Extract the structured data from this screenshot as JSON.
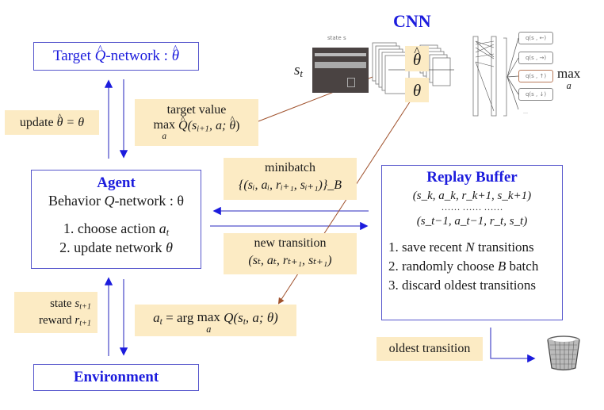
{
  "target_network": {
    "label": "Target ",
    "q_symbol": "Q",
    "suffix": "-network : ",
    "param": "θ"
  },
  "update_note": {
    "prefix": "update ",
    "theta_hat": "θ",
    "equals": " = θ"
  },
  "target_value_note": {
    "title": "target value",
    "op": "max",
    "op_sub": "a",
    "q": "Q",
    "args_open": "(s",
    "sub1": "i+1",
    "args_rest": ", a;  ",
    "theta_hat": "θ",
    "close": ")"
  },
  "agent": {
    "title": "Agent",
    "subtitle_prefix": "Behavior ",
    "subtitle_q": "Q",
    "subtitle_suffix": "-network : θ",
    "steps": [
      {
        "text": "1. choose action ",
        "var": "a",
        "sub": "t"
      },
      {
        "text": "2. update network ",
        "var": "θ",
        "sub": ""
      }
    ]
  },
  "minibatch_note": {
    "title": "minibatch",
    "formula": "{(sᵢ, aᵢ, rᵢ₊₁, sᵢ₊₁)}_B"
  },
  "new_transition_note": {
    "title": "new transition",
    "formula": "(sₜ, aₜ, rₜ₊₁, sₜ₊₁)"
  },
  "replay_buffer": {
    "title": "Replay Buffer",
    "entry_first": "(s_k, a_k, r_k+1, s_k+1)",
    "ellipsis": "……  ……  ……",
    "entry_last": "(s_t−1, a_t−1, r_t, s_t)",
    "steps": [
      {
        "prefix": "1. save recent ",
        "var": "N",
        "suffix": " transitions"
      },
      {
        "prefix": "2. randomly choose ",
        "var": "B",
        "suffix": " batch"
      },
      {
        "prefix": "3. discard oldest transitions",
        "var": "",
        "suffix": ""
      }
    ]
  },
  "state_reward_note": {
    "state_label": "state ",
    "state_var": "s",
    "state_sub": "t+1",
    "reward_label": "reward ",
    "reward_var": "r",
    "reward_sub": "t+1"
  },
  "action_note": {
    "lhs": "a",
    "lhs_sub": "t",
    "eq": " = arg ",
    "op": "max",
    "op_sub": "a",
    "rhs": " Q(s",
    "rhs_sub": "t",
    "rhs_rest": ", a; θ)"
  },
  "environment": {
    "label": "Environment"
  },
  "oldest_note": {
    "label": "oldest transition"
  },
  "cnn": {
    "title": "CNN",
    "state_caption": "state s",
    "input_label": "s",
    "input_sub": "t",
    "theta_hat": "θ",
    "theta": "θ",
    "q_outputs": [
      "q(s , ←)",
      "q(s , →)",
      "q(s , ↑)",
      "q(s , ↓)",
      "..."
    ],
    "selected_output": 2,
    "max_label": "max",
    "max_sub": "a"
  },
  "colors": {
    "accent_blue": "#1c1cdd",
    "box_border": "#5555cc",
    "note_bg": "#fcebc4",
    "pointer_brown": "#a0522d"
  }
}
